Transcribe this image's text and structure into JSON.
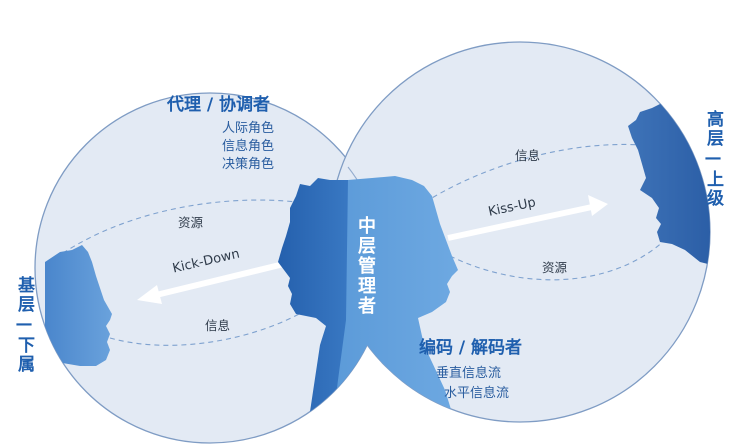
{
  "left_circle": {
    "role_title": "代理 / 协调者",
    "roles": [
      "人际角色",
      "信息角色",
      "决策角色"
    ]
  },
  "right_circle": {
    "role_title": "编码 / 解码者",
    "roles": [
      "垂直信息流",
      "水平信息流"
    ]
  },
  "center_label": "中层管理者",
  "top_label": "高层—上级",
  "bottom_label": "基层—下属",
  "flows": {
    "left_upper": "资源",
    "left_lower": "信息",
    "left_arrow": "Kick-Down",
    "right_upper": "信息",
    "right_lower": "资源",
    "right_arrow": "Kiss-Up"
  },
  "colors": {
    "circle_fill": "#e3eaf4",
    "circle_stroke": "#7f9cc4",
    "head_dark": "#2a63ad",
    "head_mid": "#4f8bcf",
    "head_light": "#7fb0e0",
    "title_blue": "#1f5fae"
  }
}
